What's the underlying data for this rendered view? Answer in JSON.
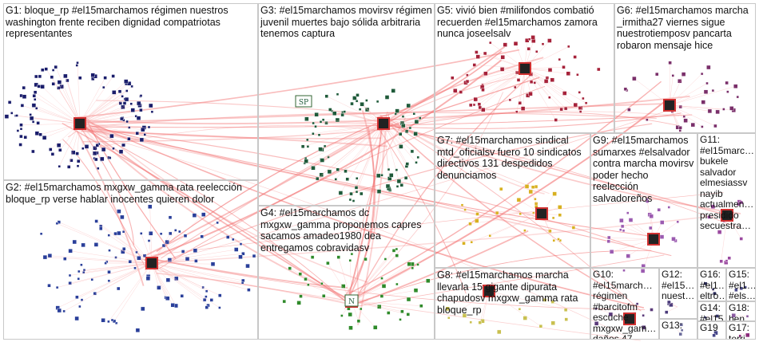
{
  "graph": {
    "groups": [
      {
        "id": "G1",
        "label": "G1: bloque_rp #el15marchamos régimen nuestros washington frente reciben dignidad compatriotas representantes"
      },
      {
        "id": "G2",
        "label": "G2: #el15marchamos mxgxw_gamma rata reelección bloque_rp verse hablar inocentes quieren dolor"
      },
      {
        "id": "G3",
        "label": "G3: #el15marchamos movirsv régimen juvenil muertes bajo sólida arbitraria tenemos captura"
      },
      {
        "id": "G4",
        "label": "G4: #el15marchamos dc mxgxw_gamma proponemos capres sacamos amadeo1980 dea entregamos cobravidasv"
      },
      {
        "id": "G5",
        "label": "G5: vivió bien #milifondos combatió recuerden #el15marchamos zamora nunca joseelsalv"
      },
      {
        "id": "G6",
        "label": "G6: #el15marchamos marcha _irmitha27 viernes sigue nuestrotiemposv pancarta robaron mensaje hice"
      },
      {
        "id": "G7",
        "label": "G7: #el15marchamos sindical mtd_oficialsv fuero 10 sindicatos directivos 131 despedidos denunciamos"
      },
      {
        "id": "G8",
        "label": "G8: #el15marchamos marcha llevarla 15 gigante dipurata chapudosv mxgxw_gamma rata bloque_rp"
      },
      {
        "id": "G9",
        "label": "G9: #el15marchamos sumarxes #elsalvador contra marcha movirsv poder hecho reelección salvadoreños"
      },
      {
        "id": "G10",
        "label": "G10: #el15march… régimen #barcitofm escuche mxgxw_gam… daños 47…"
      },
      {
        "id": "G11",
        "label": "G11: #el15marc… bukele salvador elmesiassv nayib actualmen… presidido secuestra…"
      },
      {
        "id": "G12",
        "label": "G12: #el15… nuest…"
      },
      {
        "id": "G13",
        "label": "G13:"
      },
      {
        "id": "G14",
        "label": "G14: #el15…"
      },
      {
        "id": "G15",
        "label": "G15: #el1… #els…"
      },
      {
        "id": "G16",
        "label": "G16: #el1… eltro…"
      },
      {
        "id": "G17",
        "label": "G17: terri…"
      },
      {
        "id": "G18",
        "label": "G18: ben…"
      },
      {
        "id": "G19",
        "label": "G19"
      }
    ],
    "hub_badges": [
      {
        "group": "G3",
        "text": "SP"
      },
      {
        "group": "G4",
        "text": "N"
      }
    ],
    "colors": {
      "edge": "#f26b6b",
      "edge_light": "#f9b4b4",
      "panel_border": "#c8c8c8",
      "G1": "#1a1d6b",
      "G2": "#2a3f9a",
      "G3": "#1f5a3a",
      "G4": "#2f8a2a",
      "G5": "#a6223a",
      "G6": "#7a2f6a",
      "G7": "#d8b020",
      "G8": "#c9c050",
      "G9": "#9b5bb0",
      "G10": "#5a3a7a",
      "G11": "#9b4aa0",
      "G12": "#4a3a7a",
      "G13": "#6a6a9a",
      "G14": "#333366",
      "G15": "#4b4b8b",
      "G16": "#2a2a5a",
      "G17": "#8a2a7a",
      "G18": "#8a5aa0",
      "G19": "#444488"
    }
  }
}
